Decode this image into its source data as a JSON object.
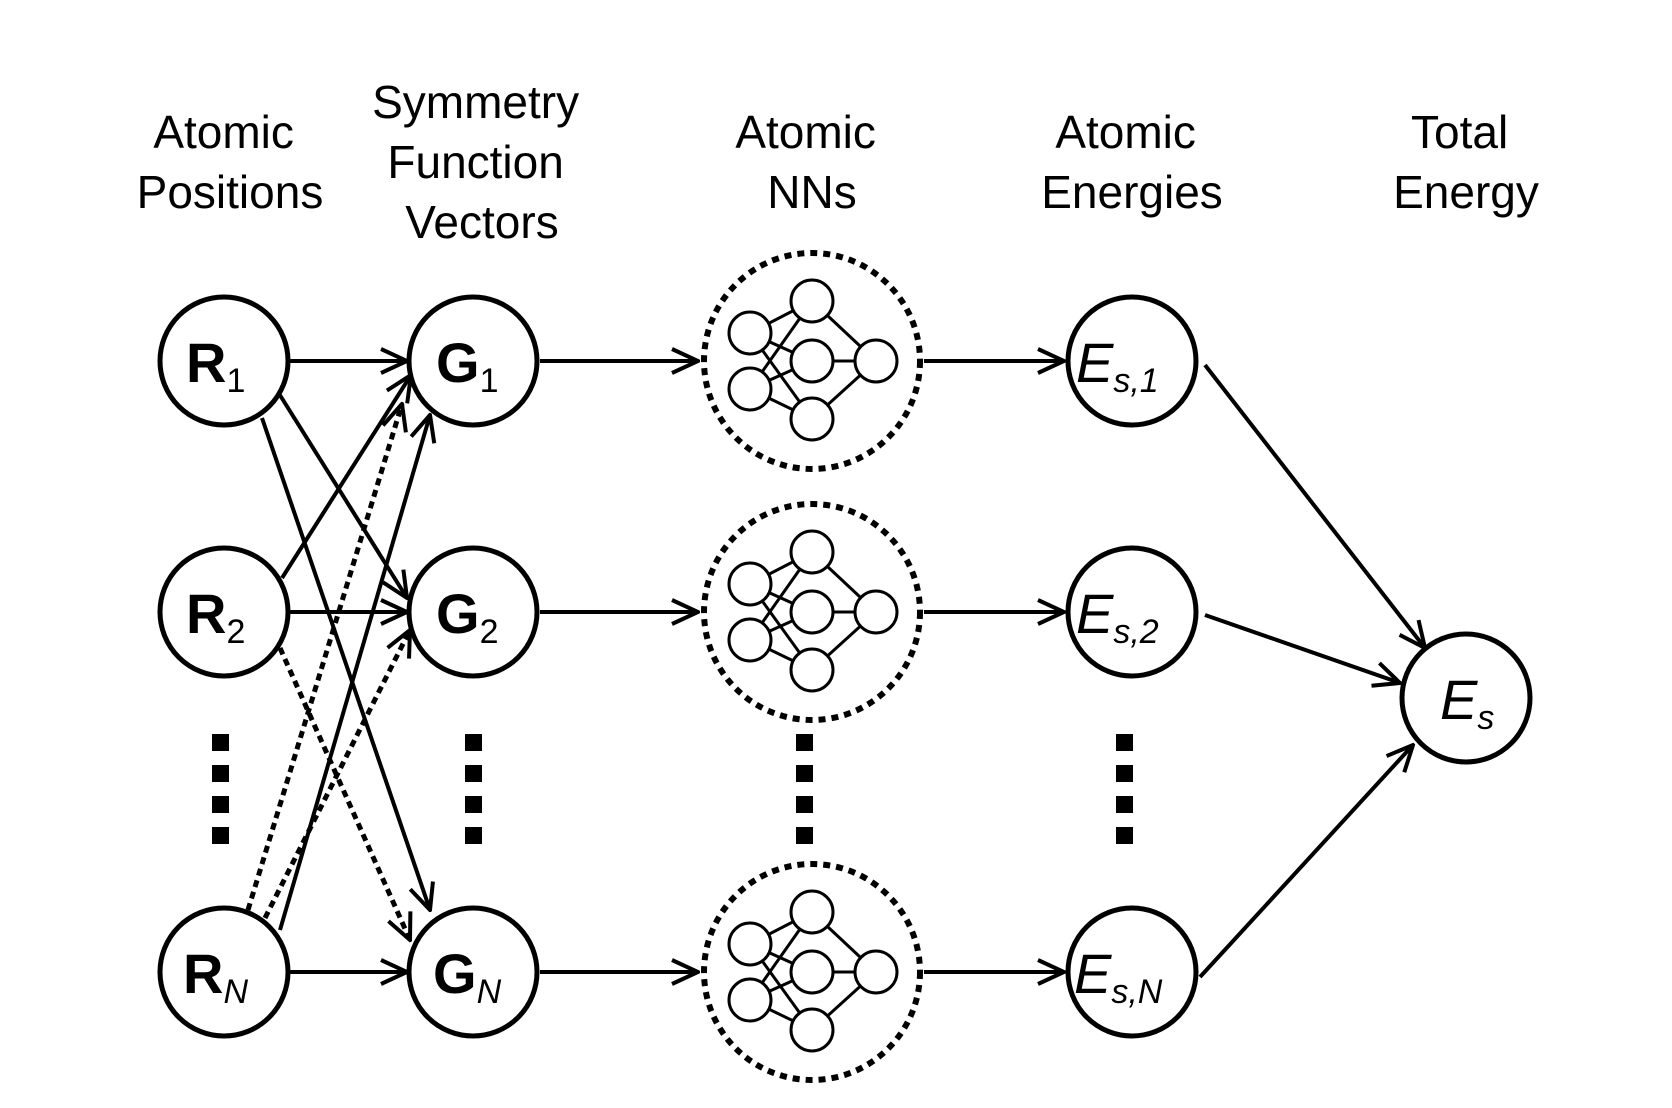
{
  "headers": {
    "positions": [
      "Atomic",
      "Positions"
    ],
    "symmetry": [
      "Symmetry",
      "Function",
      "Vectors"
    ],
    "nns": [
      "Atomic",
      "NNs"
    ],
    "energies": [
      "Atomic",
      "Energies"
    ],
    "total": [
      "Total",
      "Energy"
    ]
  },
  "nodes": {
    "r1": {
      "main": "R",
      "sub": "1"
    },
    "r2": {
      "main": "R",
      "sub": "2"
    },
    "rn": {
      "main": "R",
      "sub": "N"
    },
    "g1": {
      "main": "G",
      "sub": "1"
    },
    "g2": {
      "main": "G",
      "sub": "2"
    },
    "gn": {
      "main": "G",
      "sub": "N"
    },
    "e1": {
      "main": "E",
      "sub": "s,1"
    },
    "e2": {
      "main": "E",
      "sub": "s,2"
    },
    "en": {
      "main": "E",
      "sub": "s,N"
    },
    "es": {
      "main": "E",
      "sub": "s"
    }
  }
}
